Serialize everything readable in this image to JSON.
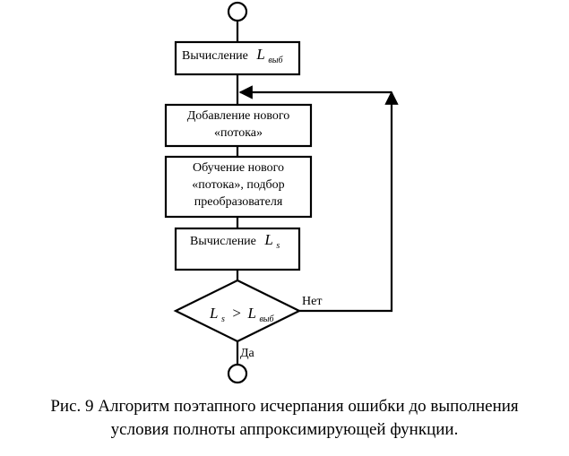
{
  "diagram": {
    "nodes": {
      "compute_lvyb": {
        "text": "Вычисление",
        "symbol": "L",
        "subscript": "выб"
      },
      "add_stream": {
        "lines": [
          "Добавление нового",
          "«потока»"
        ]
      },
      "train_stream": {
        "lines": [
          "Обучение нового",
          "«потока», подбор",
          "преобразователя"
        ]
      },
      "compute_ls": {
        "text": "Вычисление",
        "symbol": "L",
        "subscript": "s"
      },
      "condition": {
        "left_symbol": "L",
        "left_subscript": "s",
        "operator": ">",
        "right_symbol": "L",
        "right_subscript": "выб"
      }
    },
    "edges": {
      "no_label": "Нет",
      "yes_label": "Да"
    }
  },
  "caption": {
    "line1": "Рис. 9 Алгоритм поэтапного исчерпания ошибки до выполнения",
    "line2": "условия полноты аппроксимирующей функции."
  }
}
